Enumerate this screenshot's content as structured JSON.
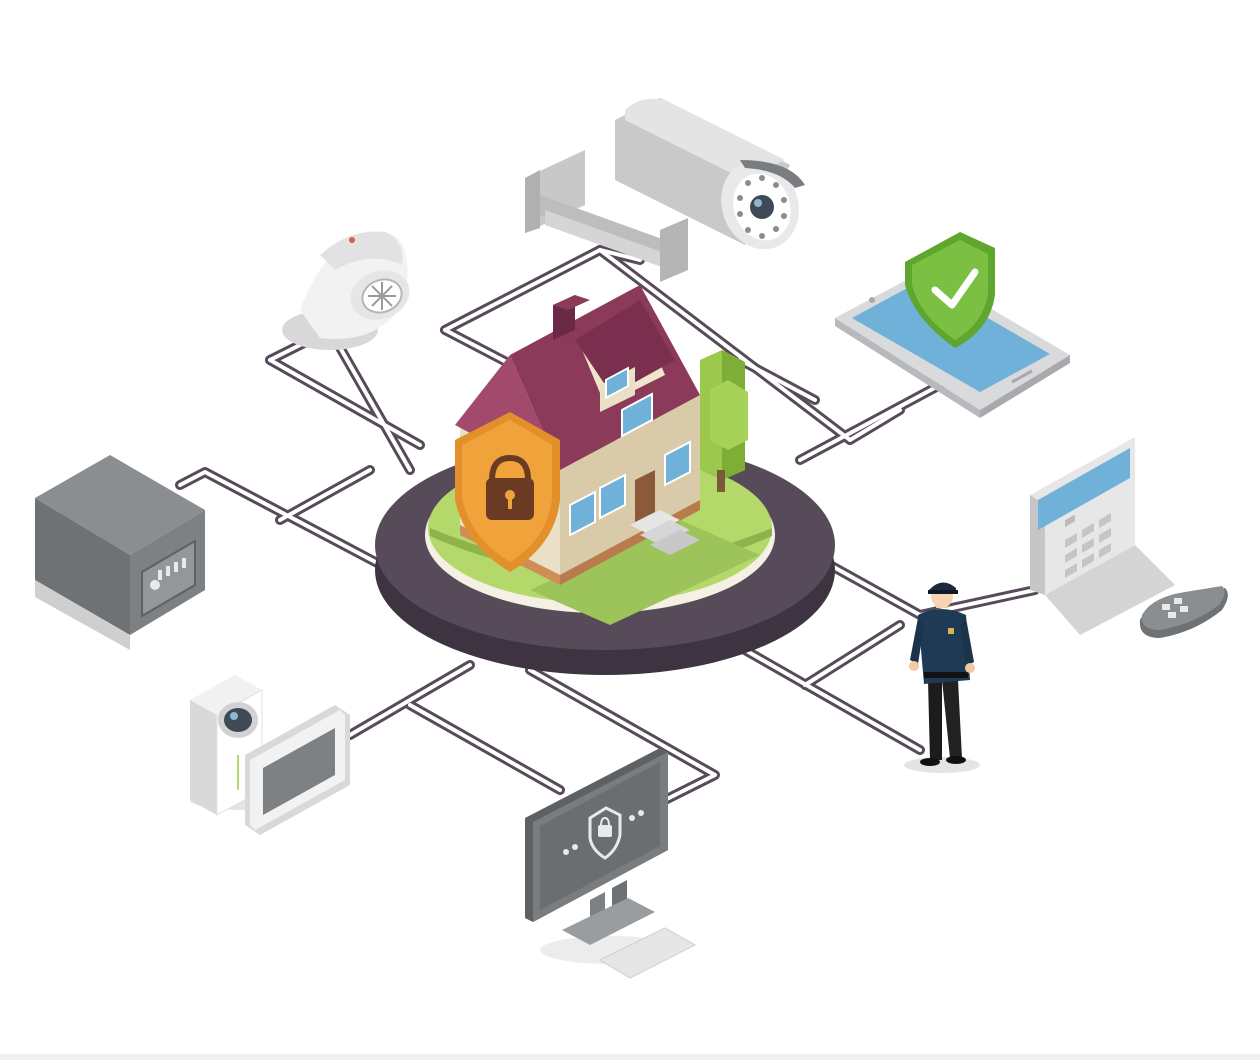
{
  "scene": {
    "subject": "smart-home-security-network",
    "hub": "house-on-platform",
    "devices": [
      "cctv-camera",
      "smoke-detector",
      "smartphone-with-shield",
      "safe",
      "alarm-keypad",
      "key-fob",
      "security-guard",
      "intercom",
      "monitor-with-lock"
    ]
  },
  "colors": {
    "background": "#ffffff",
    "wire": "#574b5a",
    "wire_fill": "#ffffff",
    "platform": "#4f4252",
    "grass": "#b5d86a",
    "roof": "#8c3a5a",
    "house_wall": "#e8dcc4",
    "shield_orange": "#f0a33a",
    "shield_green": "#7cc043",
    "device_gray": "#8a8d90",
    "screen_blue": "#6fb1d8",
    "guard_uniform": "#1f3a55"
  }
}
